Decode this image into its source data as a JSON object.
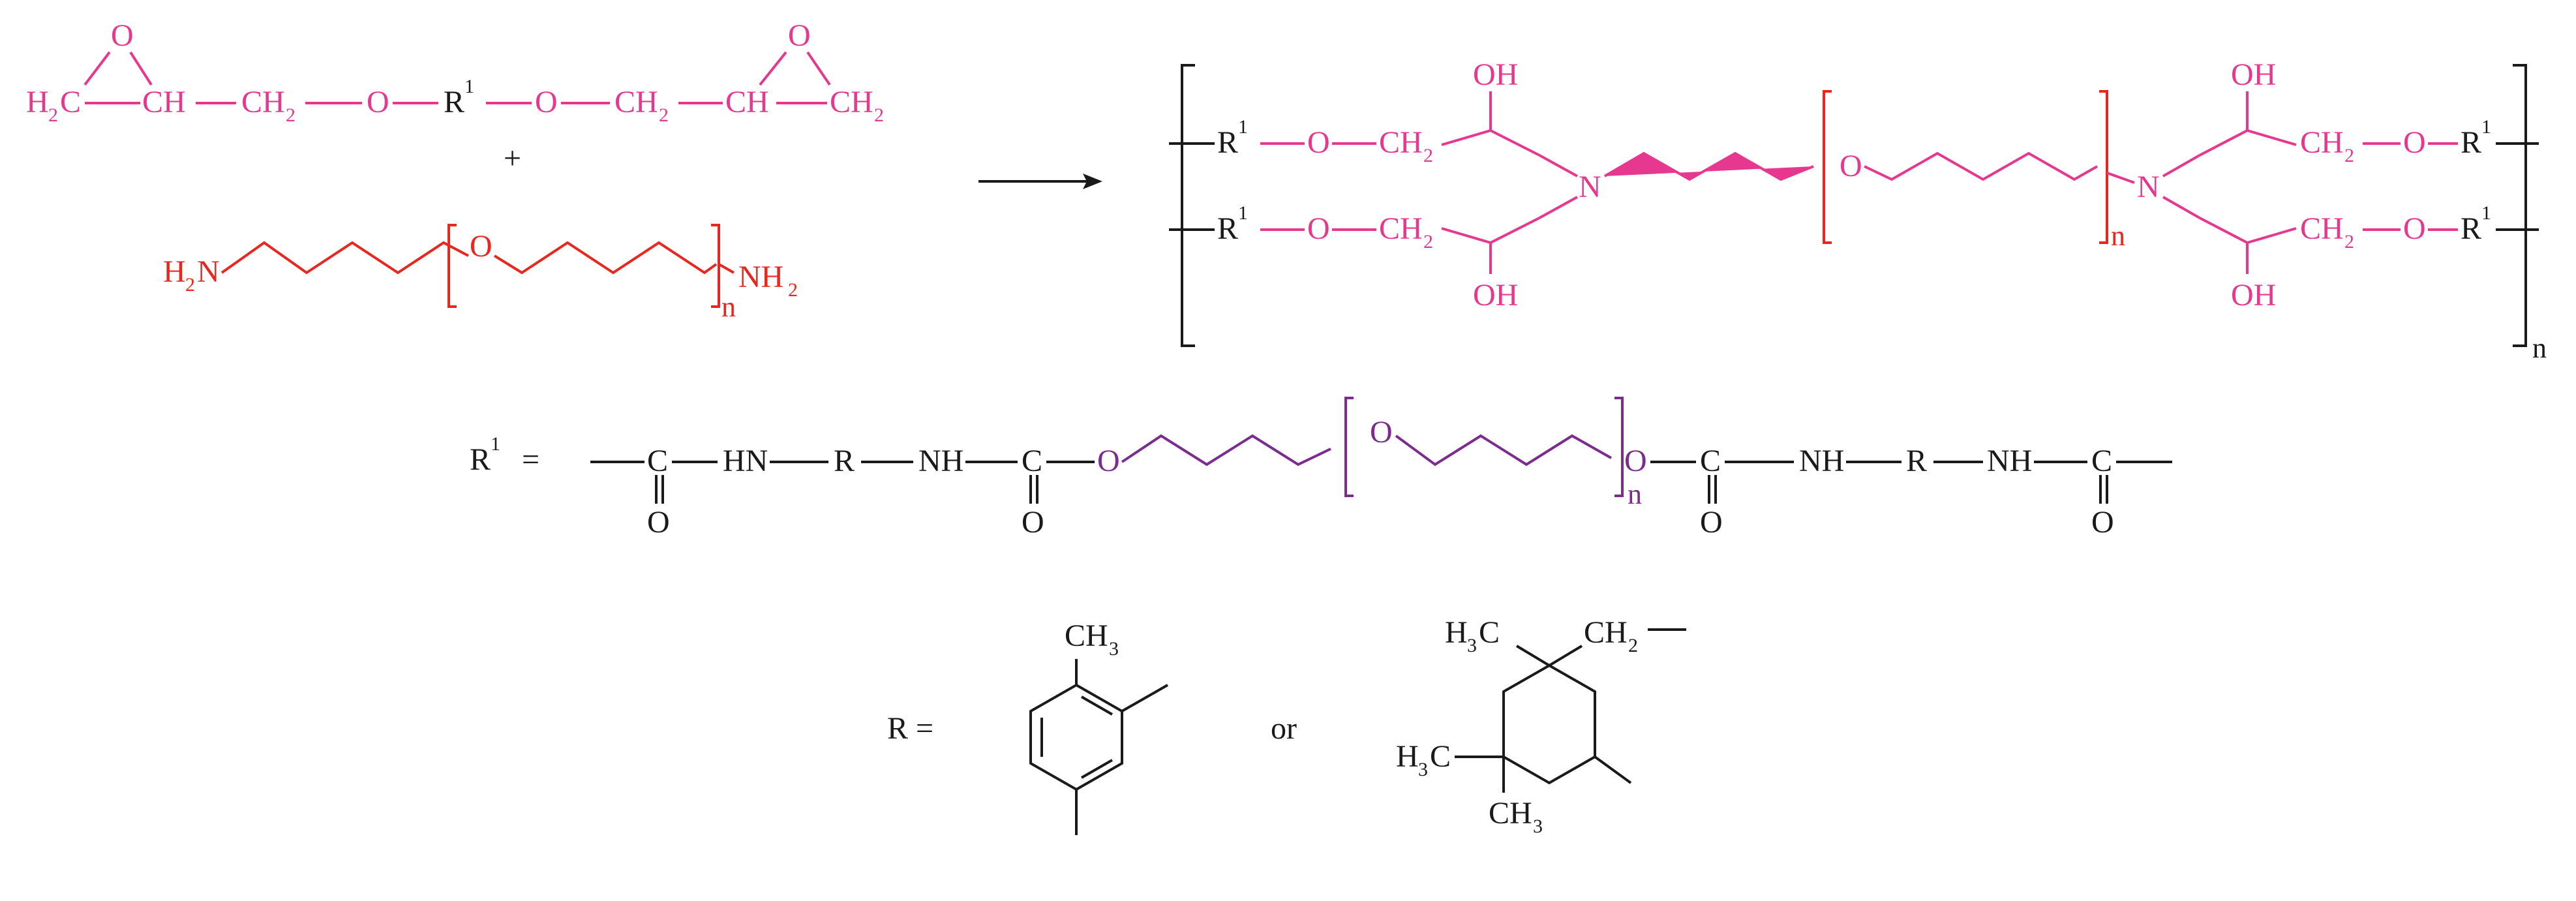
{
  "colors": {
    "epoxy": "#e6388f",
    "amine": "#e8281e",
    "backbone": "#1a1a1a",
    "polyether": "#7b2c8e"
  },
  "reactant1": {
    "ep_O_left": "O",
    "h2": "H",
    "two": "2",
    "c": "C",
    "ch": "CH",
    "ch2": "CH",
    "o": "O",
    "r": "R",
    "one": "1",
    "ep_O_right": "O"
  },
  "plus": "+",
  "reactant2": {
    "h2n_left": "H",
    "h2n_sub": "2",
    "h2n_N": "N",
    "ether_O": "O",
    "nh2_right": "NH",
    "nh2_sub": "2",
    "n": "n"
  },
  "arrow": "reaction-arrow",
  "product": {
    "r": "R",
    "one": "1",
    "o": "O",
    "ch2": "CH",
    "two": "2",
    "oh": "OH",
    "n_atom": "N",
    "ether_O": "O",
    "n_sub": "n",
    "outer_n": "n"
  },
  "r1_definition": {
    "label": "R",
    "sup": "1",
    "equals": "=",
    "c": "C",
    "o": "O",
    "hn": "HN",
    "r": "R",
    "nh": "NH",
    "n": "n"
  },
  "r_definition": {
    "label": "R =",
    "or": "or",
    "ch3": "CH",
    "three": "3",
    "h3c": "H",
    "c": "C",
    "ch2": "CH",
    "two": "2"
  }
}
